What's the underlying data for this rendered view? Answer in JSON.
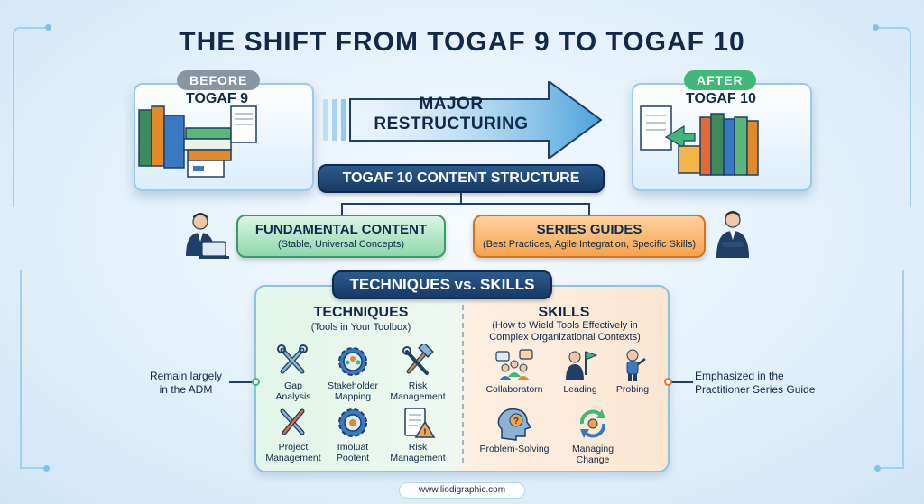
{
  "title": "THE SHIFT FROM TOGAF 9 TO TOGAF 10",
  "before": {
    "badge": "BEFORE",
    "version": "TOGAF 9"
  },
  "after": {
    "badge": "AFTER",
    "version": "TOGAF 10"
  },
  "arrow": {
    "line1": "MAJOR",
    "line2": "RESTRUCTURING"
  },
  "content_structure": {
    "header": "TOGAF 10 CONTENT STRUCTURE",
    "fundamental": {
      "title": "FUNDAMENTAL CONTENT",
      "subtitle": "(Stable, Universal Concepts)"
    },
    "series": {
      "title": "SERIES GUIDES",
      "subtitle": "(Best Practices, Agile Integration, Specific Skills)"
    }
  },
  "techniques_vs_skills": {
    "header": "TECHNIQUES vs. SKILLS",
    "techniques": {
      "title": "TECHNIQUES",
      "subtitle": "(Tools in Your Toolbox)",
      "items": [
        {
          "label_1": "Gap",
          "label_2": "Analysis",
          "icon": "wrench-icon"
        },
        {
          "label_1": "Stakeholder",
          "label_2": "Mapping",
          "icon": "gear-people-icon"
        },
        {
          "label_1": "Risk",
          "label_2": "Management",
          "icon": "hammer-wrench-icon"
        },
        {
          "label_1": "Project",
          "label_2": "Management",
          "icon": "tools-icon"
        },
        {
          "label_1": "Imoluat",
          "label_2": "Pootent",
          "icon": "gear-icon"
        },
        {
          "label_1": "Risk",
          "label_2": "Management",
          "icon": "warning-clipboard-icon"
        }
      ]
    },
    "skills": {
      "title": "SKILLS",
      "subtitle_1": "(How to Wield Tools Effectively in",
      "subtitle_2": "Complex Organizational Contexts)",
      "items": [
        {
          "label": "Collaboratorn",
          "icon": "collaboration-icon"
        },
        {
          "label": "Leading",
          "icon": "leader-flag-icon"
        },
        {
          "label": "Probing",
          "icon": "probing-person-icon"
        },
        {
          "label": "Problem-Solving",
          "icon": "head-question-icon"
        },
        {
          "label_1": "Managing",
          "label_2": "Change",
          "icon": "cycle-arrows-icon"
        }
      ]
    }
  },
  "left_note": {
    "line1": "Remain largely",
    "line2": "in the ADM"
  },
  "right_note": {
    "line1": "Emphasized in the",
    "line2": "Practitioner Series Guide"
  },
  "footer": "www.liodigraphic.com",
  "colors": {
    "navy": "#173a64",
    "green": "#8fd7ad",
    "orange": "#f5a24a",
    "before_badge": "#8a95a3",
    "after_badge": "#3fb878"
  }
}
